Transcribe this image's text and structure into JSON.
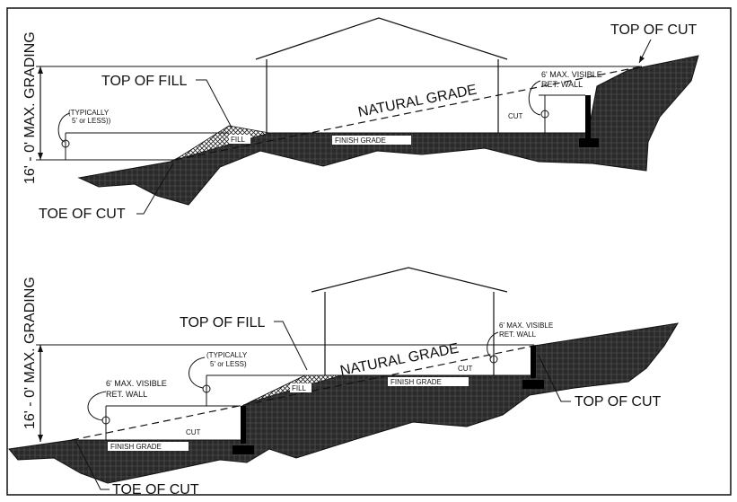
{
  "top": {
    "side_label": "16' - 0' MAX. GRADING",
    "top_of_cut": "TOP OF CUT",
    "top_of_fill": "TOP OF FILL",
    "natural_grade": "NATURAL GRADE",
    "typically_1": "(TYPICALLY",
    "typically_2": "5' or LESS))",
    "ret_wall_1": "6' MAX. VISIBLE",
    "ret_wall_2": "RET. WALL",
    "cut": "CUT",
    "fill": "FILL",
    "finish_grade": "FINISH   GRADE",
    "toe_of_cut": "TOE OF CUT"
  },
  "bottom": {
    "side_label": "16' - 0' MAX. GRADING",
    "top_of_fill": "TOP OF FILL",
    "natural_grade": "NATURAL GRADE",
    "typically_1": "(TYPICALLY",
    "typically_2": "5' or LESS)",
    "ret_wall_left_1": "6' MAX. VISIBLE",
    "ret_wall_left_2": "RET. WALL",
    "ret_wall_right_1": "6' MAX. VISIBLE",
    "ret_wall_right_2": "RET. WALL",
    "cut_upper": "CUT",
    "cut_lower": "CUT",
    "fill": "FILL",
    "finish_grade_upper": "FINISH   GRADE",
    "finish_grade_lower": "FINISH   GRADE",
    "top_of_cut": "TOP OF CUT",
    "toe_of_cut": "TOE OF CUT"
  },
  "colors": {
    "ground": "#2e2e2e",
    "fill_hatch": "#3a3a3a",
    "line": "#111111"
  }
}
